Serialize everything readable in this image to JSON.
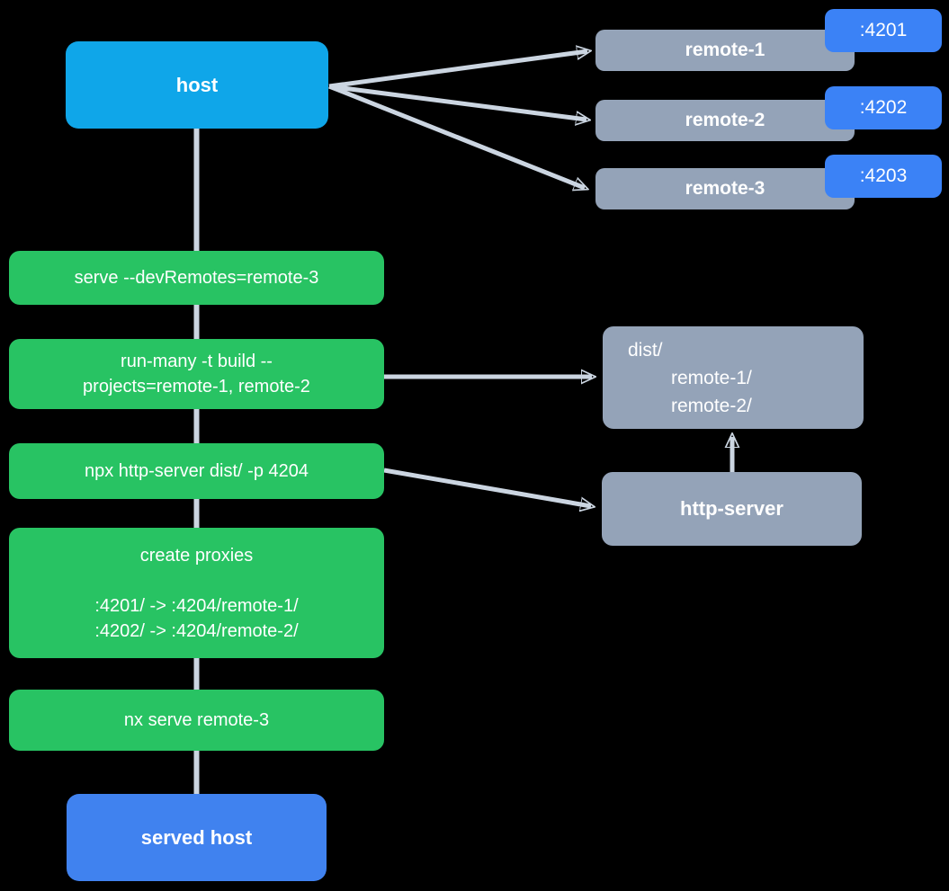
{
  "diagram": {
    "host": {
      "label": "host"
    },
    "remotes": [
      {
        "label": "remote-1",
        "port": ":4201"
      },
      {
        "label": "remote-2",
        "port": ":4202"
      },
      {
        "label": "remote-3",
        "port": ":4203"
      }
    ],
    "commands": [
      {
        "id": "serve-dev-remotes",
        "lines": [
          "serve --devRemotes=remote-3"
        ]
      },
      {
        "id": "run-many-build",
        "lines": [
          "run-many -t build --",
          "projects=remote-1, remote-2"
        ]
      },
      {
        "id": "npx-http-server",
        "lines": [
          "npx http-server dist/ -p 4204"
        ]
      },
      {
        "id": "create-proxies",
        "lines": [
          "create proxies",
          "",
          ":4201/ -> :4204/remote-1/",
          ":4202/ -> :4204/remote-2/"
        ]
      },
      {
        "id": "nx-serve-remote-3",
        "lines": [
          "nx serve remote-3"
        ]
      }
    ],
    "dist_folder": {
      "lines": [
        "dist/",
        "remote-1/",
        "remote-2/"
      ]
    },
    "http_server": {
      "label": "http-server"
    },
    "served_host": {
      "label": "served host"
    }
  },
  "colors": {
    "background": "#000000",
    "host_fill": "#0fa6e9",
    "remote_fill": "#94a3b8",
    "badge_fill": "#3b82f6",
    "command_fill": "#28c363",
    "served_host_fill": "#4082ef",
    "connector": "#cbd5e1",
    "text": "#ffffff"
  }
}
